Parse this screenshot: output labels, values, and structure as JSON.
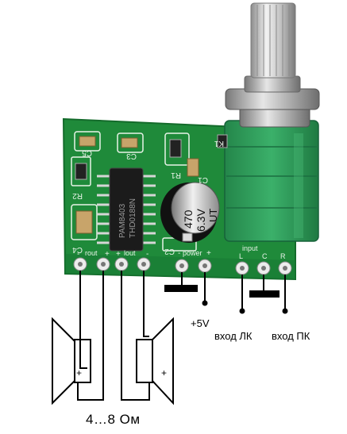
{
  "board": {
    "chip_text": [
      "PAM8403",
      "THD0188N"
    ],
    "capacitor_text": [
      "470",
      "6.3V",
      "UT"
    ],
    "silk": {
      "c5": "C5",
      "c3": "C3",
      "r1": "R1",
      "r2": "R2",
      "c1": "C1",
      "c4": "C4",
      "c2": "C2",
      "k1": "K1",
      "rout": "rout",
      "lout": "lout",
      "power": "power",
      "input": "input",
      "minus": "-",
      "plus": "+",
      "l": "L",
      "c": "C",
      "r": "R"
    }
  },
  "labels": {
    "plus5v": "+5V",
    "input_left": "вход ЛК",
    "input_right": "вход ПК",
    "impedance": "4…8 Ом",
    "speaker_plus": "+"
  },
  "colors": {
    "pcb": "#1f8a3a",
    "pcb_dark": "#146b2b",
    "potentiometer": "#2f9c5a",
    "metal": "#c9c9c9",
    "chip": "#1b1b1b",
    "wire": "#000000",
    "silkscreen": "#e8f3e8"
  }
}
